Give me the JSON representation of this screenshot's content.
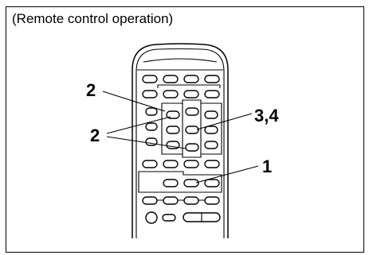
{
  "caption": "(Remote control operation)",
  "steps": {
    "top_left": "2",
    "middle_left": "2",
    "right_upper": "3,4",
    "right_lower": "1"
  },
  "icons": {
    "remote": "remote-control-icon"
  },
  "colors": {
    "ink": "#000000",
    "background": "#ffffff"
  }
}
